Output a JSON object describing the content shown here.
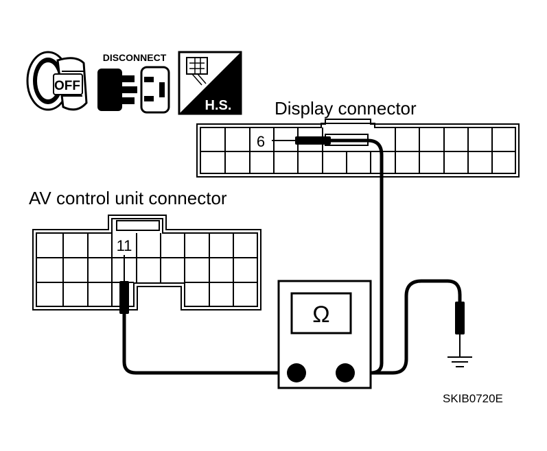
{
  "icons": {
    "ignition": {
      "label": "OFF",
      "name": "ignition-key-off-icon"
    },
    "disconnect": {
      "label": "DISCONNECT",
      "name": "disconnect-connector-icon"
    },
    "harness": {
      "label": "H.S.",
      "name": "harness-side-icon"
    }
  },
  "display_connector": {
    "title": "Display connector",
    "pin_label": "6"
  },
  "av_connector": {
    "title": "AV control unit connector",
    "pin_label": "11"
  },
  "meter": {
    "symbol": "Ω",
    "name": "ohmmeter"
  },
  "ground": {
    "name": "ground-symbol-icon"
  },
  "figure_code": "SKIB0720E",
  "colors": {
    "line": "#000000",
    "background": "#ffffff"
  }
}
